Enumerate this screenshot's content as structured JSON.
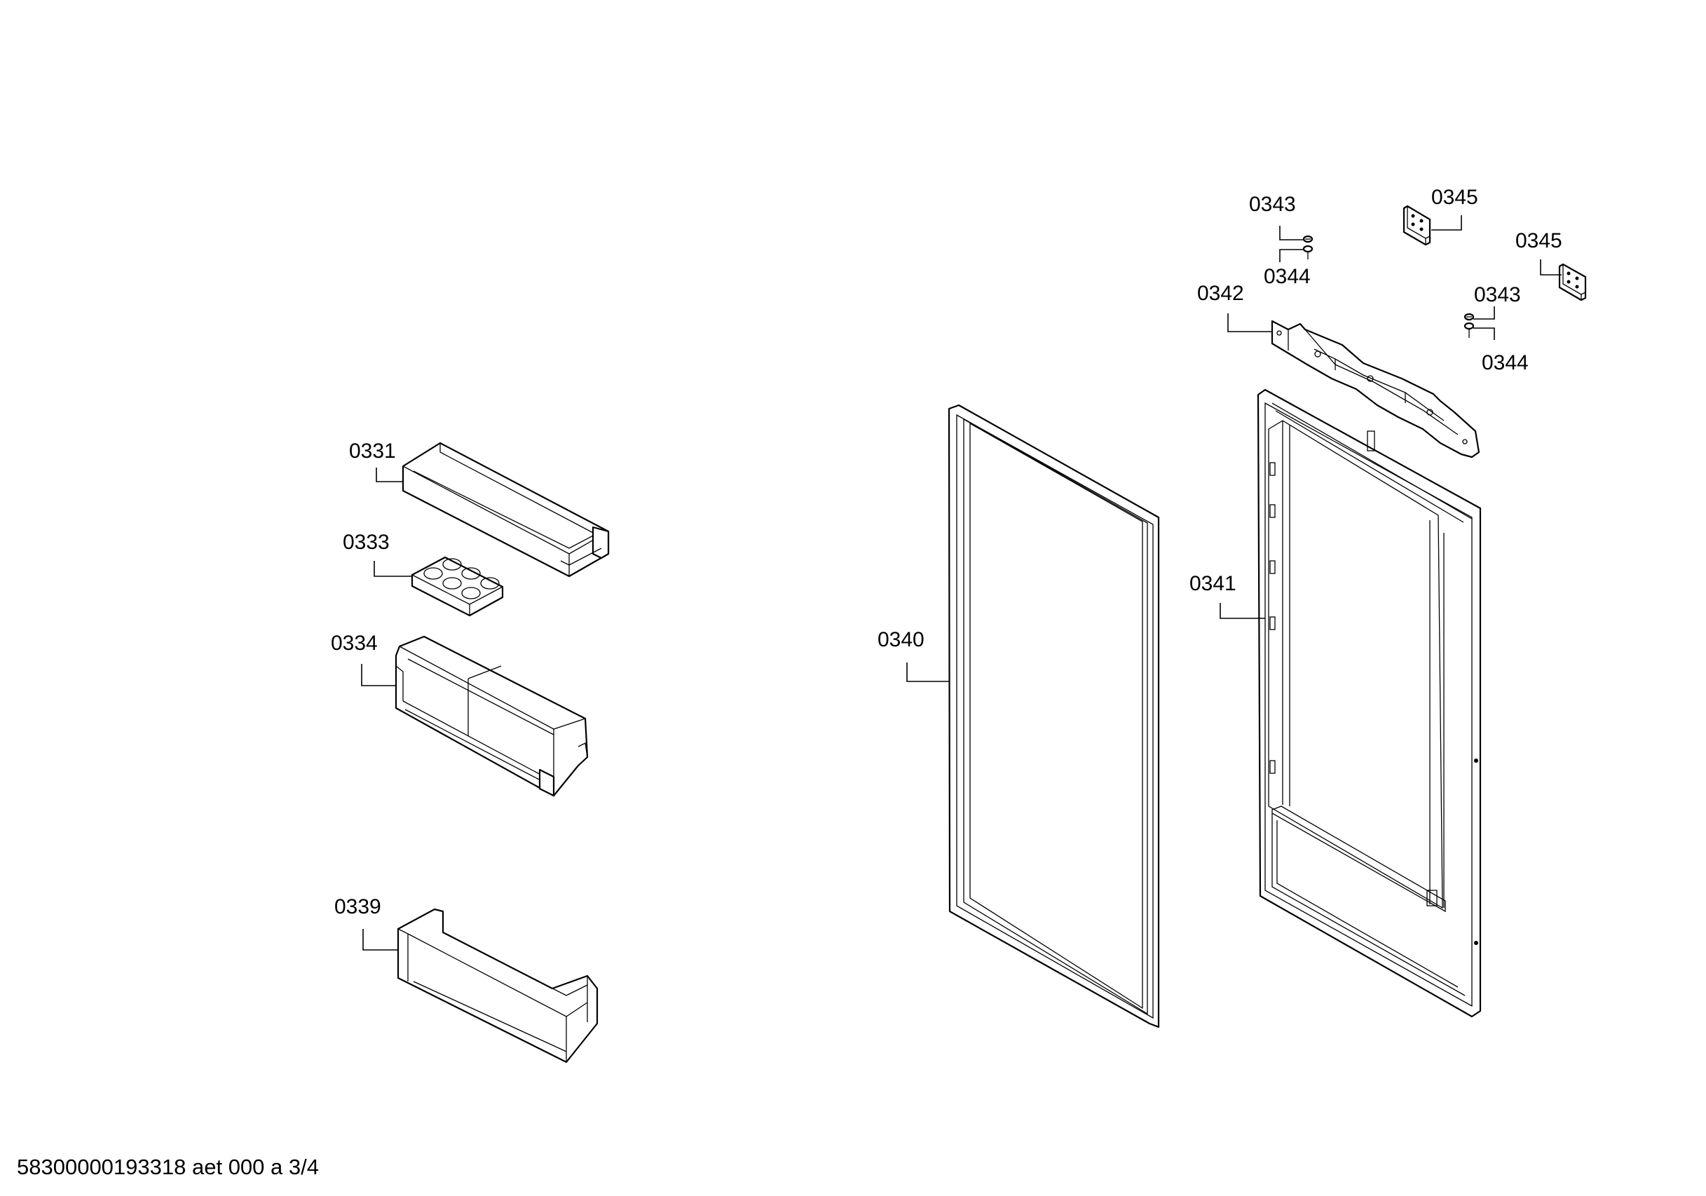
{
  "diagram": {
    "labels": {
      "p0331": "0331",
      "p0333": "0333",
      "p0334": "0334",
      "p0339": "0339",
      "p0340": "0340",
      "p0341": "0341",
      "p0342": "0342",
      "p0343a": "0343",
      "p0343b": "0343",
      "p0344a": "0344",
      "p0344b": "0344",
      "p0345a": "0345",
      "p0345b": "0345"
    },
    "footer": "58300000193318 aet 000 a 3/4"
  }
}
